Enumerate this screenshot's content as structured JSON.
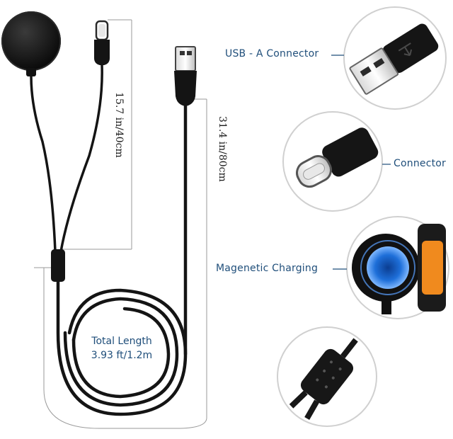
{
  "callouts": {
    "usb_a": "USB - A Connector",
    "connector": "Connector",
    "magnetic": "Magenetic Charging"
  },
  "dimensions": {
    "short_cable": "15.7 in/40cm",
    "long_cable": "31.4 in/80cm",
    "total_length_label": "Total Length",
    "total_length_value": "3.93 ft/1.2m"
  },
  "colors": {
    "callout_text": "#1f4e7a",
    "cable": "#141414",
    "dimension_line": "#9a9a9a",
    "accent_blue": "#1e6fd9",
    "accent_orange": "#f08a1e"
  }
}
